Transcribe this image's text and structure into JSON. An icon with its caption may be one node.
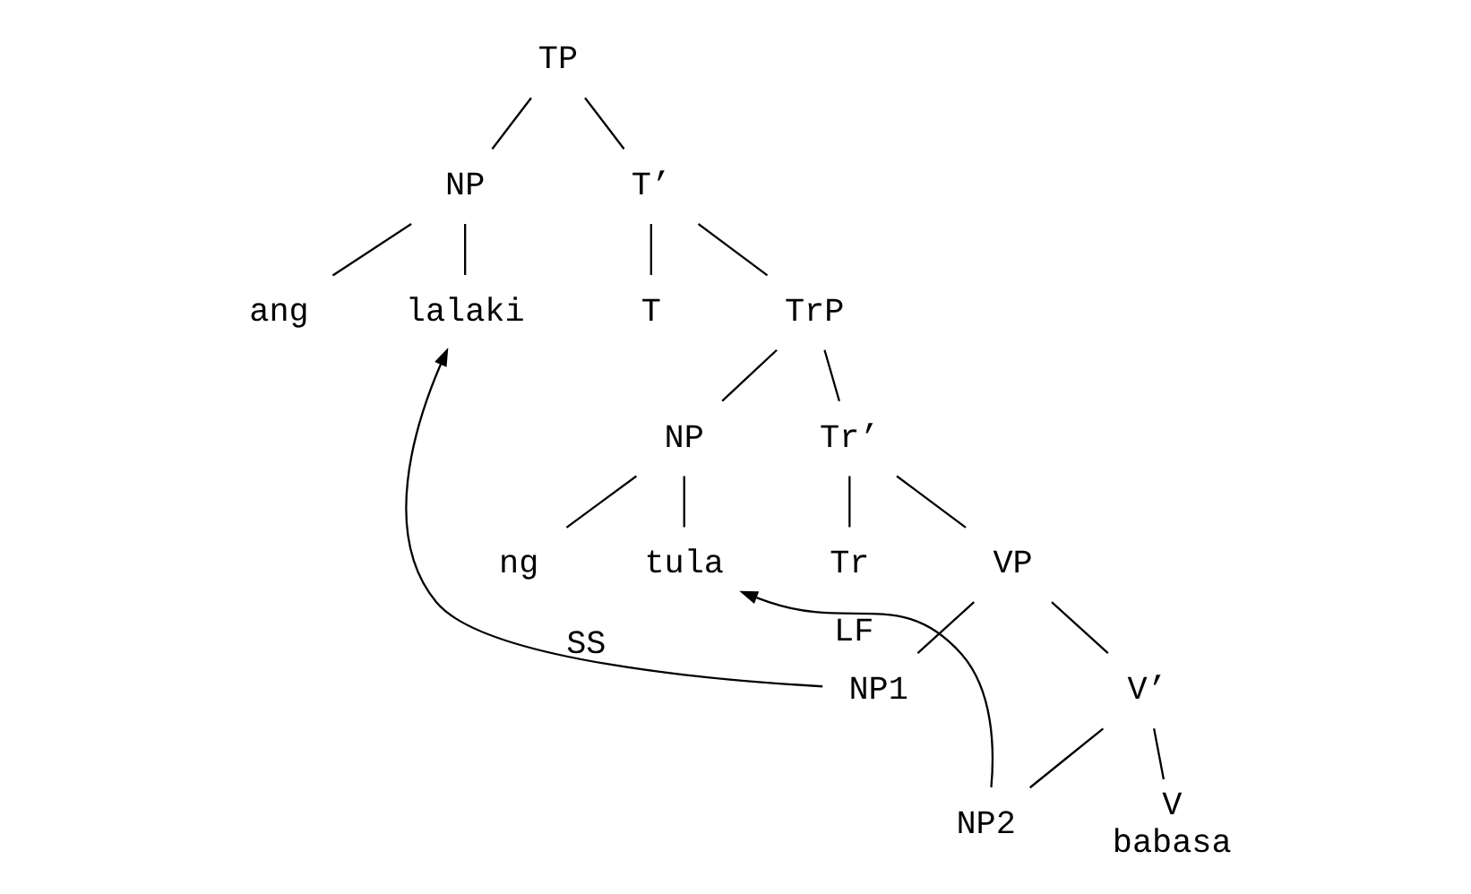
{
  "diagram": {
    "nodes": [
      {
        "text": [
          "TP"
        ]
      },
      {
        "text": [
          "NP"
        ]
      },
      {
        "text": [
          "T’"
        ]
      },
      {
        "text": [
          "ang"
        ]
      },
      {
        "text": [
          "lalaki"
        ]
      },
      {
        "text": [
          "T"
        ]
      },
      {
        "text": [
          "TrP"
        ]
      },
      {
        "text": [
          "NP"
        ]
      },
      {
        "text": [
          "Tr’"
        ]
      },
      {
        "text": [
          "ng"
        ]
      },
      {
        "text": [
          "tula"
        ]
      },
      {
        "text": [
          "Tr"
        ]
      },
      {
        "text": [
          "VP"
        ]
      },
      {
        "text": [
          "NP1"
        ]
      },
      {
        "text": [
          "V’"
        ]
      },
      {
        "text": [
          "V"
        ],
        "beside": [
          "babasa"
        ]
      },
      {
        "text": [
          "NP2"
        ]
      }
    ],
    "edges": [
      {
        "from": 0,
        "to": 1,
        "arrow": "none"
      },
      {
        "from": 0,
        "to": 2,
        "arrow": "none"
      },
      {
        "from": 1,
        "to": 3,
        "arrow": "none"
      },
      {
        "from": 1,
        "to": 4,
        "arrow": "none"
      },
      {
        "from": 2,
        "to": 5,
        "arrow": "none"
      },
      {
        "from": 2,
        "to": 6,
        "arrow": "none"
      },
      {
        "from": 6,
        "to": 7,
        "arrow": "none"
      },
      {
        "from": 6,
        "to": 8,
        "arrow": "none"
      },
      {
        "from": 7,
        "to": 9,
        "arrow": "none"
      },
      {
        "from": 7,
        "to": 10,
        "arrow": "none"
      },
      {
        "from": 8,
        "to": 11,
        "arrow": "none"
      },
      {
        "from": 8,
        "to": 12,
        "arrow": "none"
      },
      {
        "from": 12,
        "to": 13,
        "arrow": "none"
      },
      {
        "from": 12,
        "to": 14,
        "arrow": "none"
      },
      {
        "from": 14,
        "to": 15,
        "arrow": "none"
      },
      {
        "from": 14,
        "to": 16,
        "arrow": "none"
      },
      {
        "from": 13,
        "to": 4,
        "arrow": "to",
        "label": "SS"
      },
      {
        "from": 16,
        "to": 10,
        "arrow": "to",
        "label": "LF"
      }
    ]
  }
}
